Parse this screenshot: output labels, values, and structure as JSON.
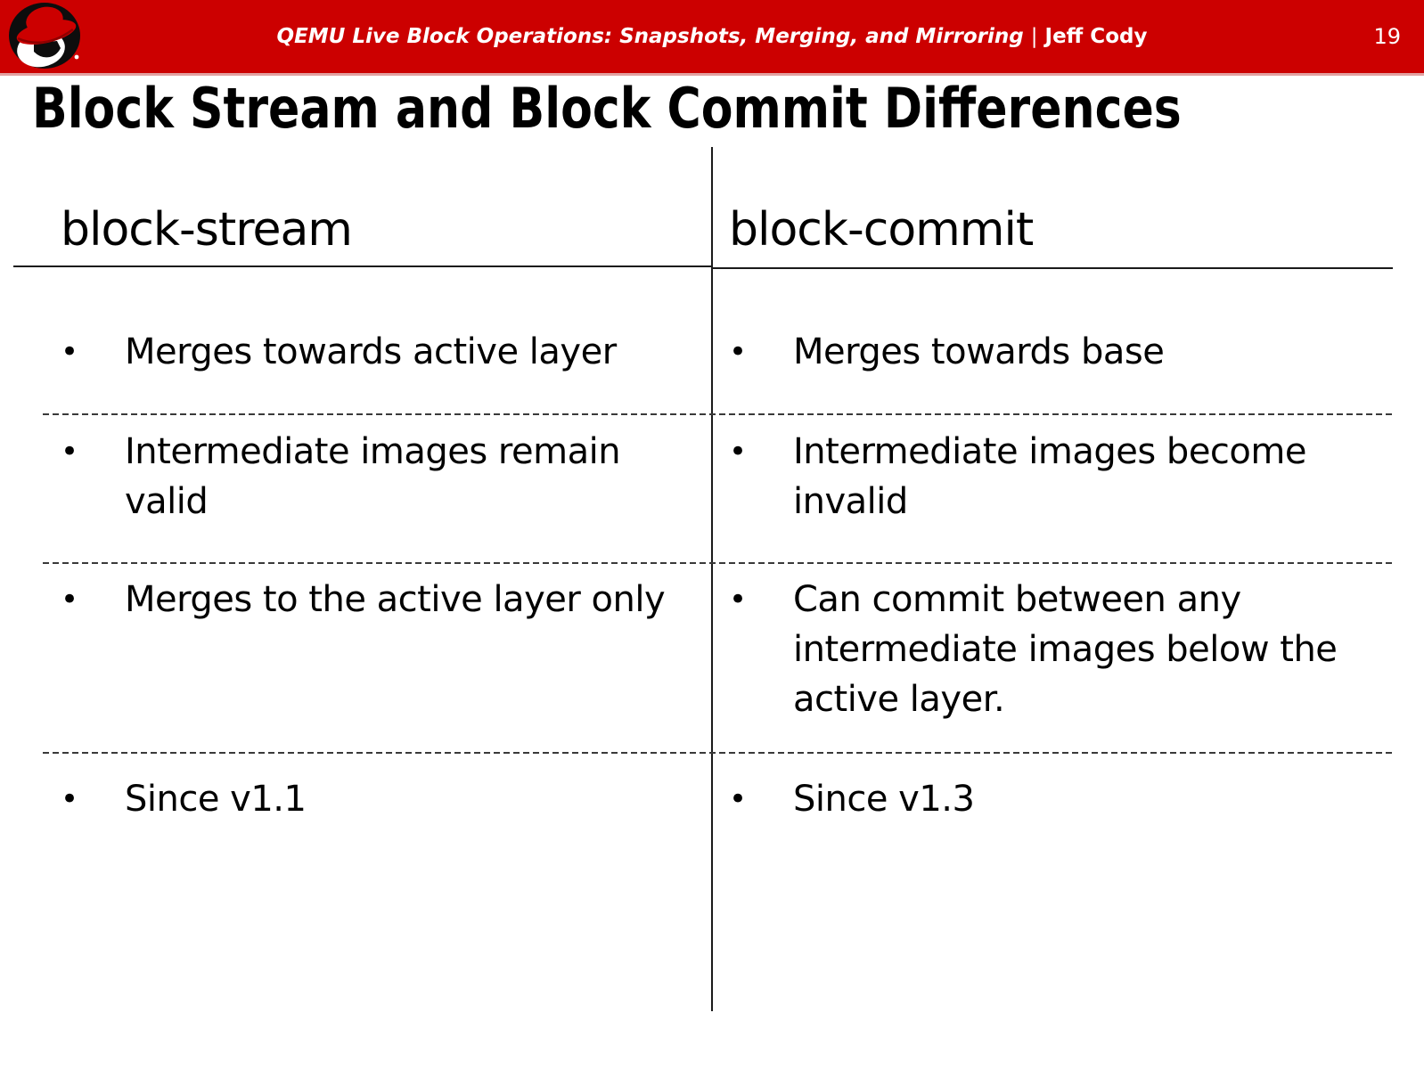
{
  "header": {
    "presentation_title": "QEMU Live Block Operations: Snapshots, Merging, and Mirroring",
    "separator": "|",
    "author": "Jeff Cody",
    "page_number": "19",
    "bar_color": "#cc0000",
    "logo": "redhat-shadowman-logo"
  },
  "slide": {
    "title": "Block Stream and Block Commit Differences",
    "bullet_char": "•"
  },
  "columns": [
    {
      "header": "block-stream",
      "bullets": [
        "Merges towards active layer",
        "Intermediate images remain valid",
        "Merges to the active layer only",
        "Since v1.1"
      ]
    },
    {
      "header": "block-commit",
      "bullets": [
        "Merges towards base",
        "Intermediate images become invalid",
        "Can commit between any intermediate images below the active layer.",
        "Since v1.3"
      ]
    }
  ]
}
